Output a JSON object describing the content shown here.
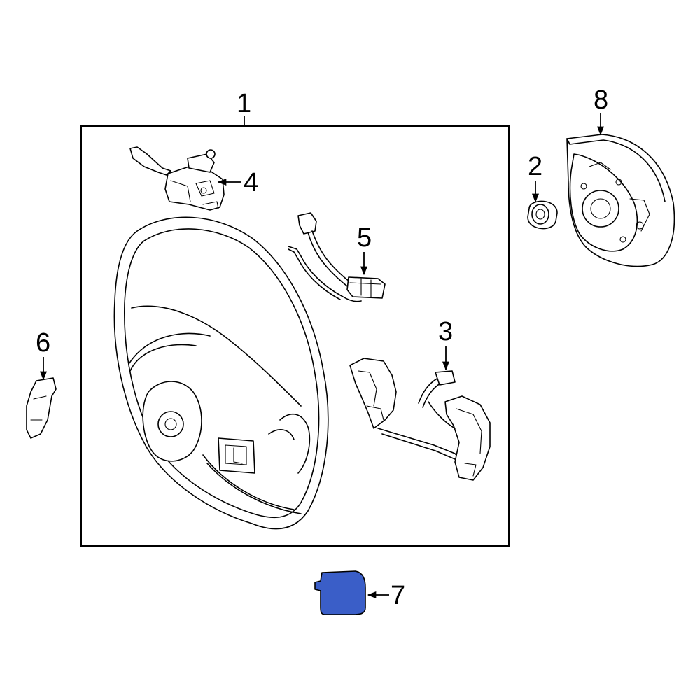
{
  "callouts": {
    "c1": "1",
    "c2": "2",
    "c3": "3",
    "c4": "4",
    "c5": "5",
    "c6": "6",
    "c7": "7",
    "c8": "8"
  },
  "parts": {
    "steering_wheel": {
      "callout": "1"
    },
    "nut_or_grommet": {
      "callout": "2"
    },
    "steering_wheel_switch_assy": {
      "callout": "3"
    },
    "switch_lever": {
      "callout": "4"
    },
    "wire_harness": {
      "callout": "5"
    },
    "side_cover": {
      "callout": "6"
    },
    "highlighted_cover": {
      "callout": "7",
      "color": "#3a5ec8"
    },
    "airbag_module": {
      "callout": "8"
    }
  },
  "colors": {
    "line": "#000000",
    "highlight": "#3a5ec8",
    "background": "#ffffff"
  }
}
